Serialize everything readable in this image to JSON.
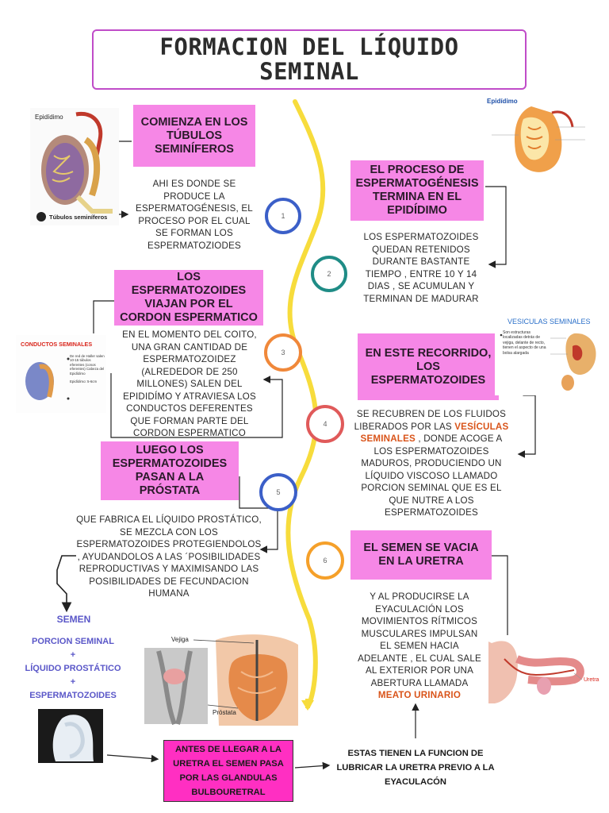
{
  "title": "FORMACION DEL LÍQUIDO SEMINAL",
  "steps": [
    {
      "number": "1",
      "heading": "COMIENZA EN LOS TÚBULOS SEMINÍFEROS",
      "text": "AHI ES DONDE SE PRODUCE LA ESPERMATOGÉNESIS, EL PROCESO POR EL CUAL SE FORMAN LOS ESPERMATOZIODES",
      "color": "#3b5fc8"
    },
    {
      "number": "2",
      "heading": "EL PROCESO DE ESPERMATOGÉNESIS TERMINA EN EL EPIDÍDIMO",
      "text": "LOS ESPERMATOZOIDES QUEDAN RETENIDOS DURANTE BASTANTE TIEMPO , ENTRE 10 Y 14 DIAS , SE ACUMULAN Y TERMINAN DE MADURAR",
      "color": "#1f8c86"
    },
    {
      "number": "3",
      "heading": "LOS ESPERMATOZOIDES VIAJAN POR EL CORDON ESPERMATICO",
      "text": "EN EL MOMENTO DEL COITO, UNA GRAN CANTIDAD DE ESPERMATOZOIDEZ (ALREDEDOR DE 250 MILLONES) SALEN DEL EPIDIDÍMO Y ATRAVIESA LOS CONDUCTOS DEFERENTES QUE FORMAN PARTE DEL CORDON ESPERMATICO",
      "color": "#f0883a"
    },
    {
      "number": "4",
      "heading": "EN ESTE RECORRIDO, LOS ESPERMATOZOIDES",
      "text_before": "SE RECUBREN DE LOS FLUIDOS LIBERADOS POR LAS",
      "highlight": "VESÍCULAS SEMINALES",
      "text_after": ", DONDE ACOGE A LOS ESPERMATOZOIDES MADUROS, PRODUCIENDO UN LÍQUIDO VISCOSO LLAMADO PORCION SEMINAL QUE ES EL QUE NUTRE A LOS ESPERMATOZOIDES",
      "color": "#e05a5a"
    },
    {
      "number": "5",
      "heading": "LUEGO LOS ESPERMATOZOIDES PASAN A LA PRÓSTATA",
      "text": "QUE FABRICA EL LÍQUIDO PROSTÁTICO, SE MEZCLA CON LOS ESPERMATOZOIDES PROTEGIENDOLOS , AYUDANDOLOS A LAS ´POSIBILIDADES REPRODUCTIVAS Y MAXIMISANDO LAS POSIBILIDADES DE FECUNDACION HUMANA",
      "color": "#3b5fc8"
    },
    {
      "number": "6",
      "heading": "EL SEMEN SE VACIA EN LA URETRA",
      "text": "Y AL PRODUCIRSE LA EYACULACIÓN LOS MOVIMIENTOS RÍTMICOS MUSCULARES IMPULSAN EL SEMEN HACIA ADELANTE , EL CUAL SALE AL EXTERIOR POR UNA ABERTURA LLAMADA",
      "highlight": "MEATO URINARIO",
      "color": "#f5a02a"
    }
  ],
  "semen": {
    "label": "SEMEN",
    "line1": "PORCION SEMINAL",
    "plus1": "+",
    "line2": "LÍQUIDO PROSTÁTICO",
    "plus2": "+",
    "line3": "ESPERMATOZOIDES"
  },
  "bottom_box": "ANTES DE LLEGAR A LA URETRA EL SEMEN PASA POR LAS GLANDULAS BULBOURETRAL",
  "bottom_text": "ESTAS TIENEN LA FUNCION DE LUBRICAR LA URETRA PREVIO A LA EYACULACÓN",
  "images": {
    "testis_left": {
      "label1": "Epidídimo",
      "label2": "Túbulos seminíferos"
    },
    "testis_right": {
      "label": "Epidídimo"
    },
    "conductos": {
      "title": "CONDUCTOS SEMINALES",
      "bullet1": "De red de Haller salen 10-15 túbulos eferentes (conos eferentes) Cabeza del Epidídimo",
      "bullet2": "Epidídimo: 5-6cm"
    },
    "vesiculas": {
      "title": "VESICULAS SEMINALES",
      "bullet": "Son estructuras localizadas detrás de vejiga, delante de recto, tienen el aspecto de una bolsa alargada"
    },
    "prostata": {
      "label1": "Vejiga",
      "label2": "Próstata"
    },
    "uretra": {
      "label": "Uretra"
    }
  },
  "colors": {
    "pink": "#f687e6",
    "magenta": "#ff2fc2",
    "wave": "#f7dc3c",
    "title_border": "#c04cc8"
  }
}
